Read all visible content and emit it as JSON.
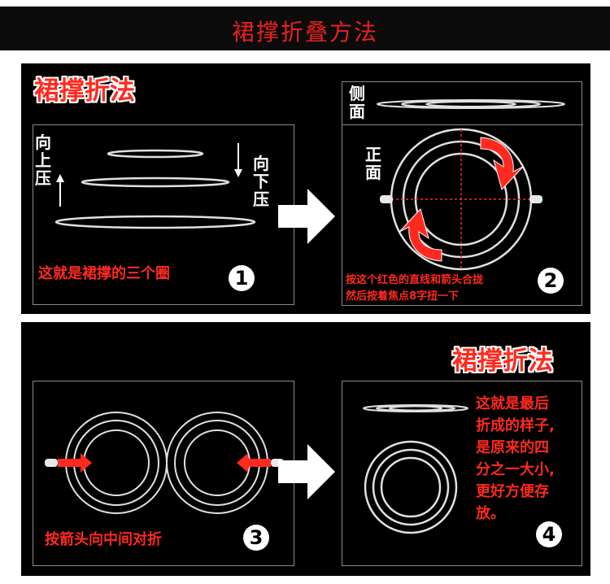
{
  "header": {
    "title": "裙撑折叠方法"
  },
  "colors": {
    "accent_red": "#ff2a1f",
    "background": "#000000"
  },
  "top_section": {
    "title": "裙撑折法",
    "panel1": {
      "up_label": "向上压",
      "down_label": "向下压",
      "caption": "这就是裙撑的三个圈",
      "step": "1"
    },
    "panel2": {
      "side_label": "侧面",
      "front_label": "正面",
      "caption_line1": "按这个红色的直线和箭头合拢",
      "caption_line2": "然后按着焦点8字扭一下",
      "step": "2"
    }
  },
  "bottom_section": {
    "title": "裙撑折法",
    "panel3": {
      "caption": "按箭头向中间对折",
      "step": "3"
    },
    "panel4": {
      "caption_lines": [
        "这就是最后",
        "折成的样子,",
        "是原来的四",
        "分之一大小,",
        "更好方便存",
        "放。"
      ],
      "step": "4"
    }
  }
}
